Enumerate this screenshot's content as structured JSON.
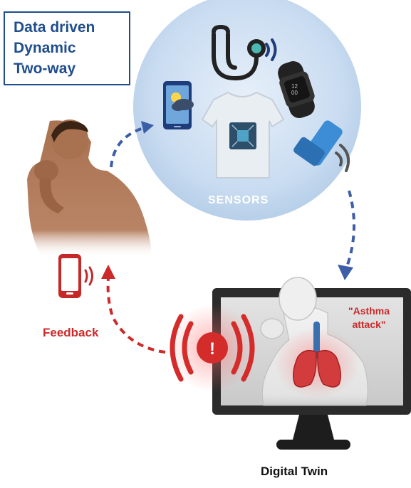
{
  "keywords": [
    "Data driven",
    "Dynamic",
    "Two-way"
  ],
  "sensors_label": "SENSORS",
  "feedback_label": "Feedback",
  "alert_text": [
    "\"Asthma",
    "attack\""
  ],
  "alert_symbol": "!",
  "digital_twin_label": "Digital Twin",
  "watch_time": [
    "12",
    "00"
  ],
  "icons": [
    "smartphone-weather-icon",
    "stethoscope-icon",
    "wireless-signal-icon",
    "smartwatch-icon",
    "smart-tshirt-icon",
    "inhaler-icon",
    "smartphone-vibrate-icon",
    "alarm-icon",
    "monitor-icon"
  ],
  "colors": {
    "blue": "#1f4e8c",
    "arrow_blue": "#3d5da6",
    "red": "#cc2a2a",
    "sensor_bg": "#cfe0f3",
    "skin": "#b07a5a",
    "monitor": "#2b2b2b"
  }
}
